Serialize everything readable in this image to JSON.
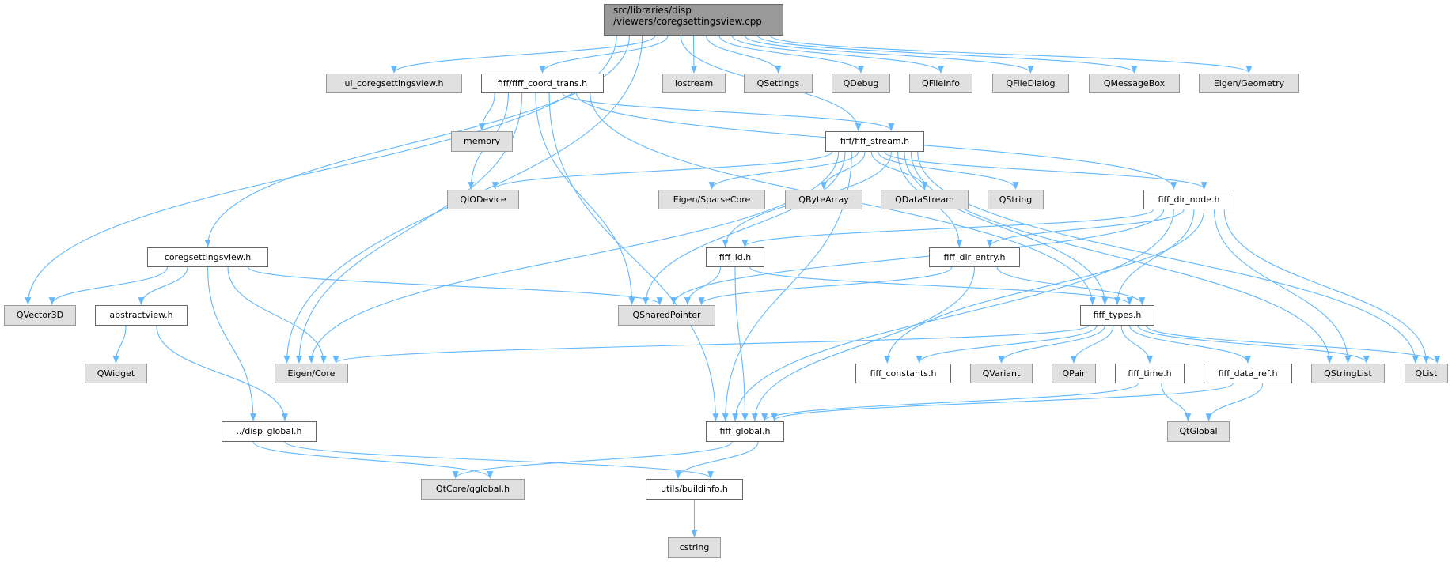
{
  "graph": {
    "edge_color": "#63b8ff",
    "nodes": [
      {
        "id": "root",
        "label": "src/libraries/disp",
        "label2": "/viewers/coregsettingsview.cpp",
        "kind": "root"
      },
      {
        "id": "ui",
        "label": "ui_coregsettingsview.h",
        "kind": "ext"
      },
      {
        "id": "coord",
        "label": "fiff/fiff_coord_trans.h",
        "kind": "int"
      },
      {
        "id": "iostream",
        "label": "iostream",
        "kind": "ext"
      },
      {
        "id": "qsettings",
        "label": "QSettings",
        "kind": "ext"
      },
      {
        "id": "qdebug",
        "label": "QDebug",
        "kind": "ext"
      },
      {
        "id": "qfileinfo",
        "label": "QFileInfo",
        "kind": "ext"
      },
      {
        "id": "qfiledialog",
        "label": "QFileDialog",
        "kind": "ext"
      },
      {
        "id": "qmessagebox",
        "label": "QMessageBox",
        "kind": "ext"
      },
      {
        "id": "geometry",
        "label": "Eigen/Geometry",
        "kind": "ext"
      },
      {
        "id": "memory",
        "label": "memory",
        "kind": "ext"
      },
      {
        "id": "stream",
        "label": "fiff/fiff_stream.h",
        "kind": "int"
      },
      {
        "id": "qiodevice",
        "label": "QIODevice",
        "kind": "ext"
      },
      {
        "id": "sparse",
        "label": "Eigen/SparseCore",
        "kind": "ext"
      },
      {
        "id": "qbytearray",
        "label": "QByteArray",
        "kind": "ext"
      },
      {
        "id": "qdatastream",
        "label": "QDataStream",
        "kind": "ext"
      },
      {
        "id": "qstring",
        "label": "QString",
        "kind": "ext"
      },
      {
        "id": "dirnode",
        "label": "fiff_dir_node.h",
        "kind": "int"
      },
      {
        "id": "coregh",
        "label": "coregsettingsview.h",
        "kind": "int"
      },
      {
        "id": "fiffid",
        "label": "fiff_id.h",
        "kind": "int"
      },
      {
        "id": "direntry",
        "label": "fiff_dir_entry.h",
        "kind": "int"
      },
      {
        "id": "qvector3d",
        "label": "QVector3D",
        "kind": "ext"
      },
      {
        "id": "abstractview",
        "label": "abstractview.h",
        "kind": "int"
      },
      {
        "id": "qsharedpointer",
        "label": "QSharedPointer",
        "kind": "ext"
      },
      {
        "id": "types",
        "label": "fiff_types.h",
        "kind": "int"
      },
      {
        "id": "qwidget",
        "label": "QWidget",
        "kind": "ext"
      },
      {
        "id": "eigencore",
        "label": "Eigen/Core",
        "kind": "ext"
      },
      {
        "id": "constants",
        "label": "fiff_constants.h",
        "kind": "int"
      },
      {
        "id": "qvariant",
        "label": "QVariant",
        "kind": "ext"
      },
      {
        "id": "qpair",
        "label": "QPair",
        "kind": "ext"
      },
      {
        "id": "time",
        "label": "fiff_time.h",
        "kind": "int"
      },
      {
        "id": "dataref",
        "label": "fiff_data_ref.h",
        "kind": "int"
      },
      {
        "id": "qstringlist",
        "label": "QStringList",
        "kind": "ext"
      },
      {
        "id": "qlist",
        "label": "QList",
        "kind": "ext"
      },
      {
        "id": "dispglobal",
        "label": "../disp_global.h",
        "kind": "int"
      },
      {
        "id": "fiffglobal",
        "label": "fiff_global.h",
        "kind": "int"
      },
      {
        "id": "qtglobal",
        "label": "QtGlobal",
        "kind": "ext"
      },
      {
        "id": "qglobal",
        "label": "QtCore/qglobal.h",
        "kind": "ext"
      },
      {
        "id": "buildinfo",
        "label": "utils/buildinfo.h",
        "kind": "int"
      },
      {
        "id": "cstring",
        "label": "cstring",
        "kind": "ext"
      }
    ],
    "edges": [
      [
        "root",
        "qvector3d"
      ],
      [
        "root",
        "coregh"
      ],
      [
        "root",
        "eigencore"
      ],
      [
        "root",
        "ui"
      ],
      [
        "root",
        "coord"
      ],
      [
        "root",
        "stream"
      ],
      [
        "root",
        "iostream"
      ],
      [
        "root",
        "qsettings"
      ],
      [
        "root",
        "qdebug"
      ],
      [
        "root",
        "qfileinfo"
      ],
      [
        "root",
        "qfiledialog"
      ],
      [
        "root",
        "qmessagebox"
      ],
      [
        "root",
        "geometry"
      ],
      [
        "coord",
        "memory"
      ],
      [
        "coord",
        "qiodevice"
      ],
      [
        "coord",
        "eigencore"
      ],
      [
        "coord",
        "qsharedpointer"
      ],
      [
        "coord",
        "fiffglobal"
      ],
      [
        "coord",
        "stream"
      ],
      [
        "coord",
        "dirnode"
      ],
      [
        "coord",
        "types"
      ],
      [
        "stream",
        "qiodevice"
      ],
      [
        "stream",
        "eigencore"
      ],
      [
        "stream",
        "qsharedpointer"
      ],
      [
        "stream",
        "fiffglobal"
      ],
      [
        "stream",
        "sparse"
      ],
      [
        "stream",
        "qbytearray"
      ],
      [
        "stream",
        "qdatastream"
      ],
      [
        "stream",
        "qstring"
      ],
      [
        "stream",
        "dirnode"
      ],
      [
        "stream",
        "fiffid"
      ],
      [
        "stream",
        "direntry"
      ],
      [
        "stream",
        "types"
      ],
      [
        "stream",
        "qstringlist"
      ],
      [
        "stream",
        "qlist"
      ],
      [
        "coregh",
        "qvector3d"
      ],
      [
        "coregh",
        "abstractview"
      ],
      [
        "coregh",
        "dispglobal"
      ],
      [
        "coregh",
        "eigencore"
      ],
      [
        "coregh",
        "qsharedpointer"
      ],
      [
        "abstractview",
        "qwidget"
      ],
      [
        "abstractview",
        "dispglobal"
      ],
      [
        "dirnode",
        "fiffid"
      ],
      [
        "dirnode",
        "qsharedpointer"
      ],
      [
        "dirnode",
        "fiffglobal"
      ],
      [
        "dirnode",
        "direntry"
      ],
      [
        "dirnode",
        "types"
      ],
      [
        "dirnode",
        "constants"
      ],
      [
        "dirnode",
        "qstringlist"
      ],
      [
        "dirnode",
        "qlist"
      ],
      [
        "fiffid",
        "qsharedpointer"
      ],
      [
        "fiffid",
        "fiffglobal"
      ],
      [
        "fiffid",
        "types"
      ],
      [
        "direntry",
        "qsharedpointer"
      ],
      [
        "direntry",
        "fiffglobal"
      ],
      [
        "direntry",
        "types"
      ],
      [
        "types",
        "eigencore"
      ],
      [
        "types",
        "constants"
      ],
      [
        "types",
        "qvariant"
      ],
      [
        "types",
        "qpair"
      ],
      [
        "types",
        "time"
      ],
      [
        "types",
        "dataref"
      ],
      [
        "types",
        "qstringlist"
      ],
      [
        "types",
        "qlist"
      ],
      [
        "time",
        "fiffglobal"
      ],
      [
        "time",
        "qtglobal"
      ],
      [
        "dataref",
        "fiffglobal"
      ],
      [
        "dataref",
        "qtglobal"
      ],
      [
        "fiffglobal",
        "qglobal"
      ],
      [
        "fiffglobal",
        "buildinfo"
      ],
      [
        "dispglobal",
        "qglobal"
      ],
      [
        "dispglobal",
        "buildinfo"
      ],
      [
        "buildinfo",
        "cstring"
      ]
    ]
  }
}
